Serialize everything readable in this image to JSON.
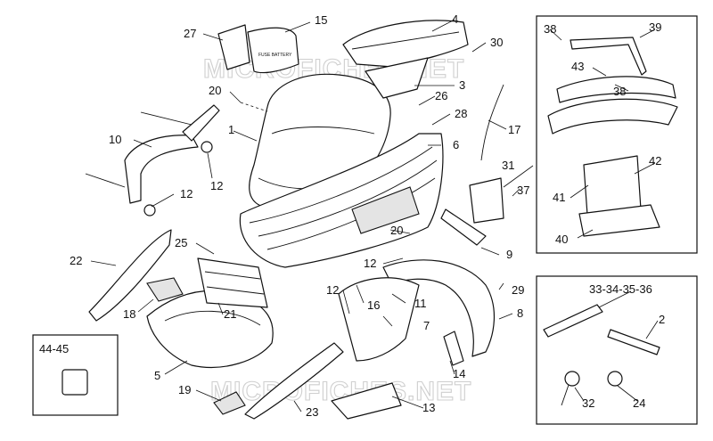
{
  "watermark": "MICROFICHES.NET",
  "fuse_label": "FUSE BATTERY",
  "part_labels": {
    "p1": "1",
    "p2": "2",
    "p3": "3",
    "p4": "4",
    "p5": "5",
    "p6": "6",
    "p7": "7",
    "p8": "8",
    "p9": "9",
    "p10": "10",
    "p11": "11",
    "p12a": "12",
    "p12b": "12",
    "p12c": "12",
    "p12d": "12",
    "p13": "13",
    "p14": "14",
    "p15": "15",
    "p16": "16",
    "p17": "17",
    "p18": "18",
    "p19": "19",
    "p20a": "20",
    "p20b": "20",
    "p21": "21",
    "p22": "22",
    "p23": "23",
    "p24": "24",
    "p25": "25",
    "p26": "26",
    "p27": "27",
    "p28": "28",
    "p29": "29",
    "p30": "30",
    "p31": "31",
    "p32": "32",
    "p37": "37",
    "p38a": "38",
    "p38b": "38",
    "p39": "39",
    "p40": "40",
    "p41": "41",
    "p42": "42",
    "p43": "43",
    "p33_36": "33-34-35-36",
    "p44_45": "44-45"
  }
}
